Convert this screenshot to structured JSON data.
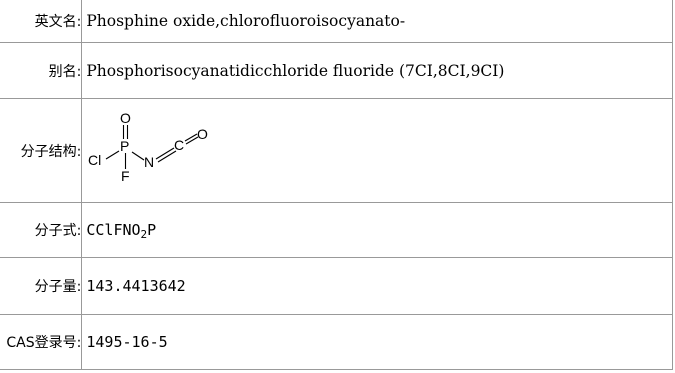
{
  "rows": {
    "english_name": {
      "label": "英文名:",
      "value": "Phosphine oxide,chlorofluoroisocyanato-"
    },
    "alias": {
      "label": "别名:",
      "value": "Phosphorisocyanatidicchloride fluoride (7CI,8CI,9CI)"
    },
    "structure": {
      "label": "分子结构:",
      "atoms": {
        "o_top": "O",
        "p": "P",
        "cl": "Cl",
        "f": "F",
        "n": "N",
        "c": "C",
        "o_right": "O"
      }
    },
    "formula": {
      "label": "分子式:",
      "value_prefix": "CClFNO",
      "value_sub": "2",
      "value_suffix": "P"
    },
    "molecular_weight": {
      "label": "分子量:",
      "value": "143.4413642"
    },
    "cas": {
      "label": "CAS登录号:",
      "value": "1495-16-5"
    }
  }
}
